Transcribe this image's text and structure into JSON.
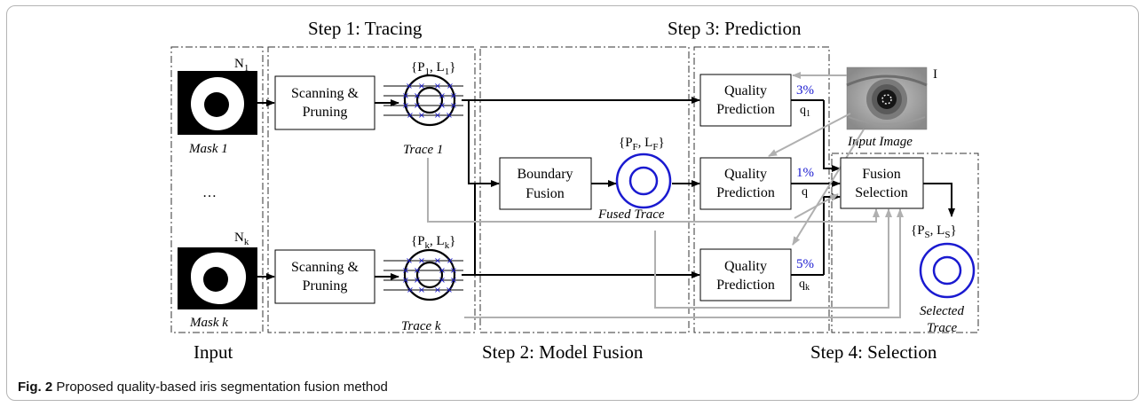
{
  "steps": {
    "tracing": "Step 1: Tracing",
    "prediction": "Step 3: Prediction",
    "input": "Input",
    "model_fusion": "Step 2: Model Fusion",
    "selection": "Step 4: Selection"
  },
  "masks": {
    "top_label": "Mask 1",
    "bottom_label": "Mask k",
    "dots": "…",
    "n_top": "N",
    "n_top_sub": "1",
    "n_bottom": "N",
    "n_bottom_sub": "k"
  },
  "boxes": {
    "scan_line1": "Scanning &",
    "scan_line2": "Pruning",
    "boundary_line1": "Boundary",
    "boundary_line2": "Fusion",
    "quality_line1": "Quality",
    "quality_line2": "Prediction",
    "fusion_sel_line1": "Fusion",
    "fusion_sel_line2": "Selection"
  },
  "traces": {
    "trace1": "Trace 1",
    "tracek": "Trace k",
    "fused": "Fused Trace",
    "selected_line1": "Selected",
    "selected_line2": "Trace",
    "set1": "{P",
    "set1_sub1": "1",
    "set1_mid": ", L",
    "set1_sub2": "1",
    "set1_end": "}",
    "setk": "{P",
    "setk_sub1": "k",
    "setk_mid": ", L",
    "setk_sub2": "k",
    "setk_end": "}",
    "setF": "{P",
    "setF_sub1": "F",
    "setF_mid": ", L",
    "setF_sub2": "F",
    "setF_end": "}",
    "setS": "{P",
    "setS_sub1": "S",
    "setS_mid": ", L",
    "setS_sub2": "S",
    "setS_end": "}"
  },
  "quality": {
    "pct1": "3%",
    "pct2": "1%",
    "pct3": "5%",
    "q1": "q",
    "q1_sub": "1",
    "q2": "q",
    "q3": "q",
    "q3_sub": "k"
  },
  "input_image": {
    "label": "Input Image",
    "letter": "I"
  },
  "caption": {
    "label": "Fig. 2",
    "text": " Proposed quality-based iris segmentation fusion method"
  },
  "colors": {
    "blue": "#1a1ad0",
    "gray_arrow": "#b0b0b0",
    "black": "#000000"
  }
}
